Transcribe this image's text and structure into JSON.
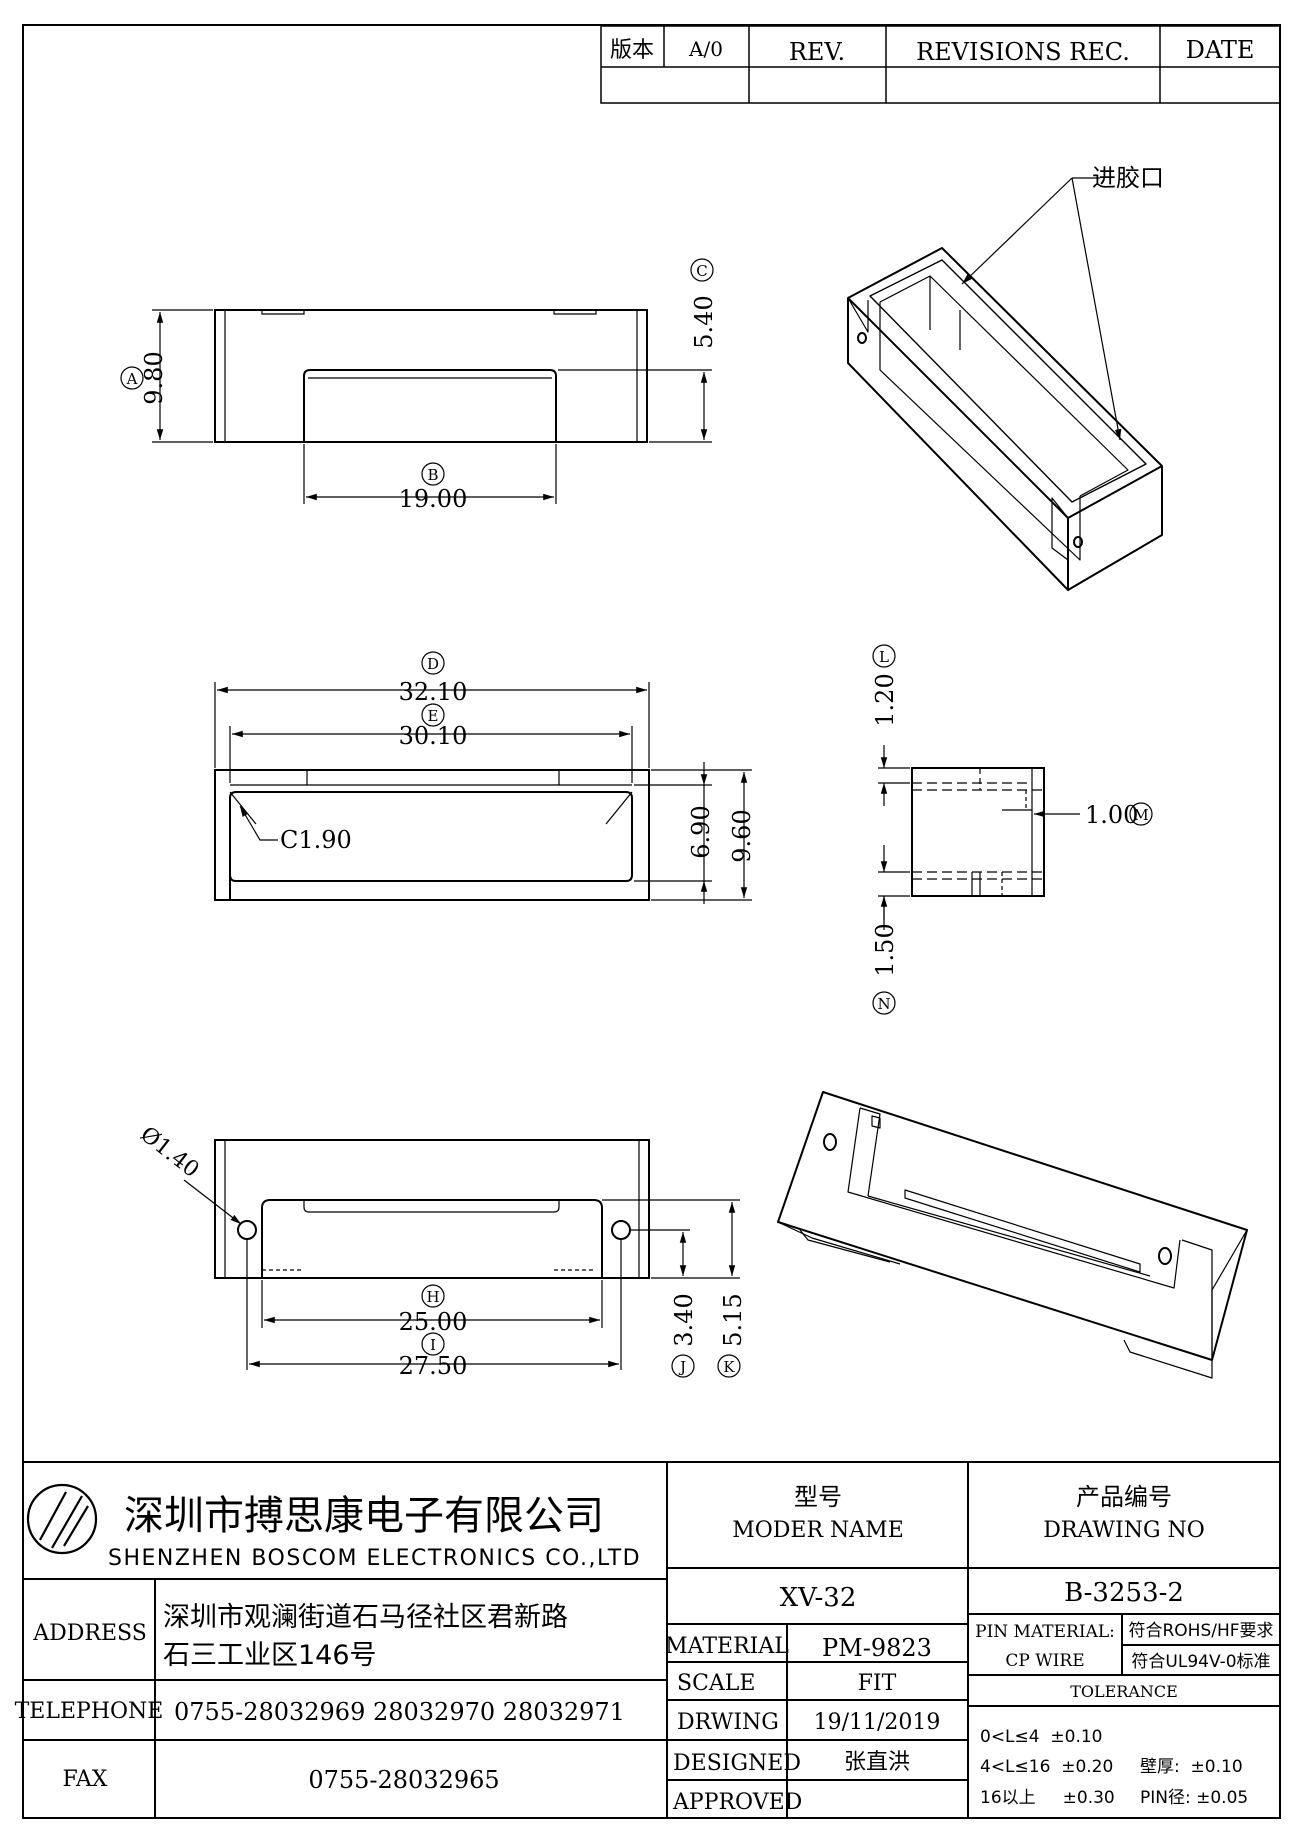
{
  "revision_block": {
    "version_label": "版本",
    "version_value": "A/0",
    "rev_header": "REV.",
    "revisions_header": "REVISIONS REC.",
    "date_header": "DATE"
  },
  "views": {
    "front": {
      "height_label": "A",
      "height_value": "9.80",
      "window_label": "C",
      "window_value": "5.40",
      "width_label": "B",
      "width_value": "19.00"
    },
    "top": {
      "outer_label": "D",
      "outer_value": "32.10",
      "inner_label": "E",
      "inner_value": "30.10",
      "chamfer_value": "C1.90",
      "inner_height_value": "6.90",
      "outer_height_value": "9.60"
    },
    "side": {
      "top_label": "L",
      "top_value": "1.20",
      "notch_label": "M",
      "notch_value": "1.00",
      "bottom_label": "N",
      "bottom_value": "1.50"
    },
    "bottom": {
      "hole_value": "Ø1.40",
      "window_label": "H",
      "window_value": "25.00",
      "pitch_label": "I",
      "pitch_value": "27.50",
      "hole_height_label": "J",
      "hole_height_value": "3.40",
      "slot_height_label": "K",
      "slot_height_value": "5.15"
    },
    "iso": {
      "gate_callout": "进胶口"
    }
  },
  "title_block": {
    "company_cn": "深圳市搏思康电子有限公司",
    "company_en": "SHENZHEN BOSCOM ELECTRONICS CO.,LTD",
    "address_label": "ADDRESS",
    "address_line1": "深圳市观澜街道石马径社区君新路",
    "address_line2": "石三工业区146号",
    "telephone_label": "TELEPHONE",
    "telephone_value": "0755-28032969 28032970 28032971",
    "fax_label": "FAX",
    "fax_value": "0755-28032965",
    "model_label_cn": "型号",
    "model_label_en": "MODER NAME",
    "model_value": "XV-32",
    "drawing_label_cn": "产品编号",
    "drawing_label_en": "DRAWING NO",
    "drawing_value": "B-3253-2",
    "material_label": "MATERIAL",
    "material_value": "PM-9823",
    "scale_label": "SCALE",
    "scale_value": "FIT",
    "drwing_label": "DRWING",
    "drwing_value": "19/11/2019",
    "designed_label": "DESIGNED",
    "designed_value": "张直洪",
    "approved_label": "APPROVED",
    "approved_value": "",
    "pin_material_label": "PIN MATERIAL:",
    "pin_material_value": "符合ROHS/HF要求",
    "cp_wire_label": "CP WIRE",
    "cp_wire_value": "符合UL94V-0标准",
    "tolerance_label": "TOLERANCE",
    "tol_row1": "0<L≤4  ±0.10",
    "tol_row2": "4<L≤16  ±0.20",
    "tol_row3": "16以上     ±0.30",
    "wall_label": "壁厚:  ±0.10",
    "pin_dia_label": "PIN径: ±0.05"
  }
}
